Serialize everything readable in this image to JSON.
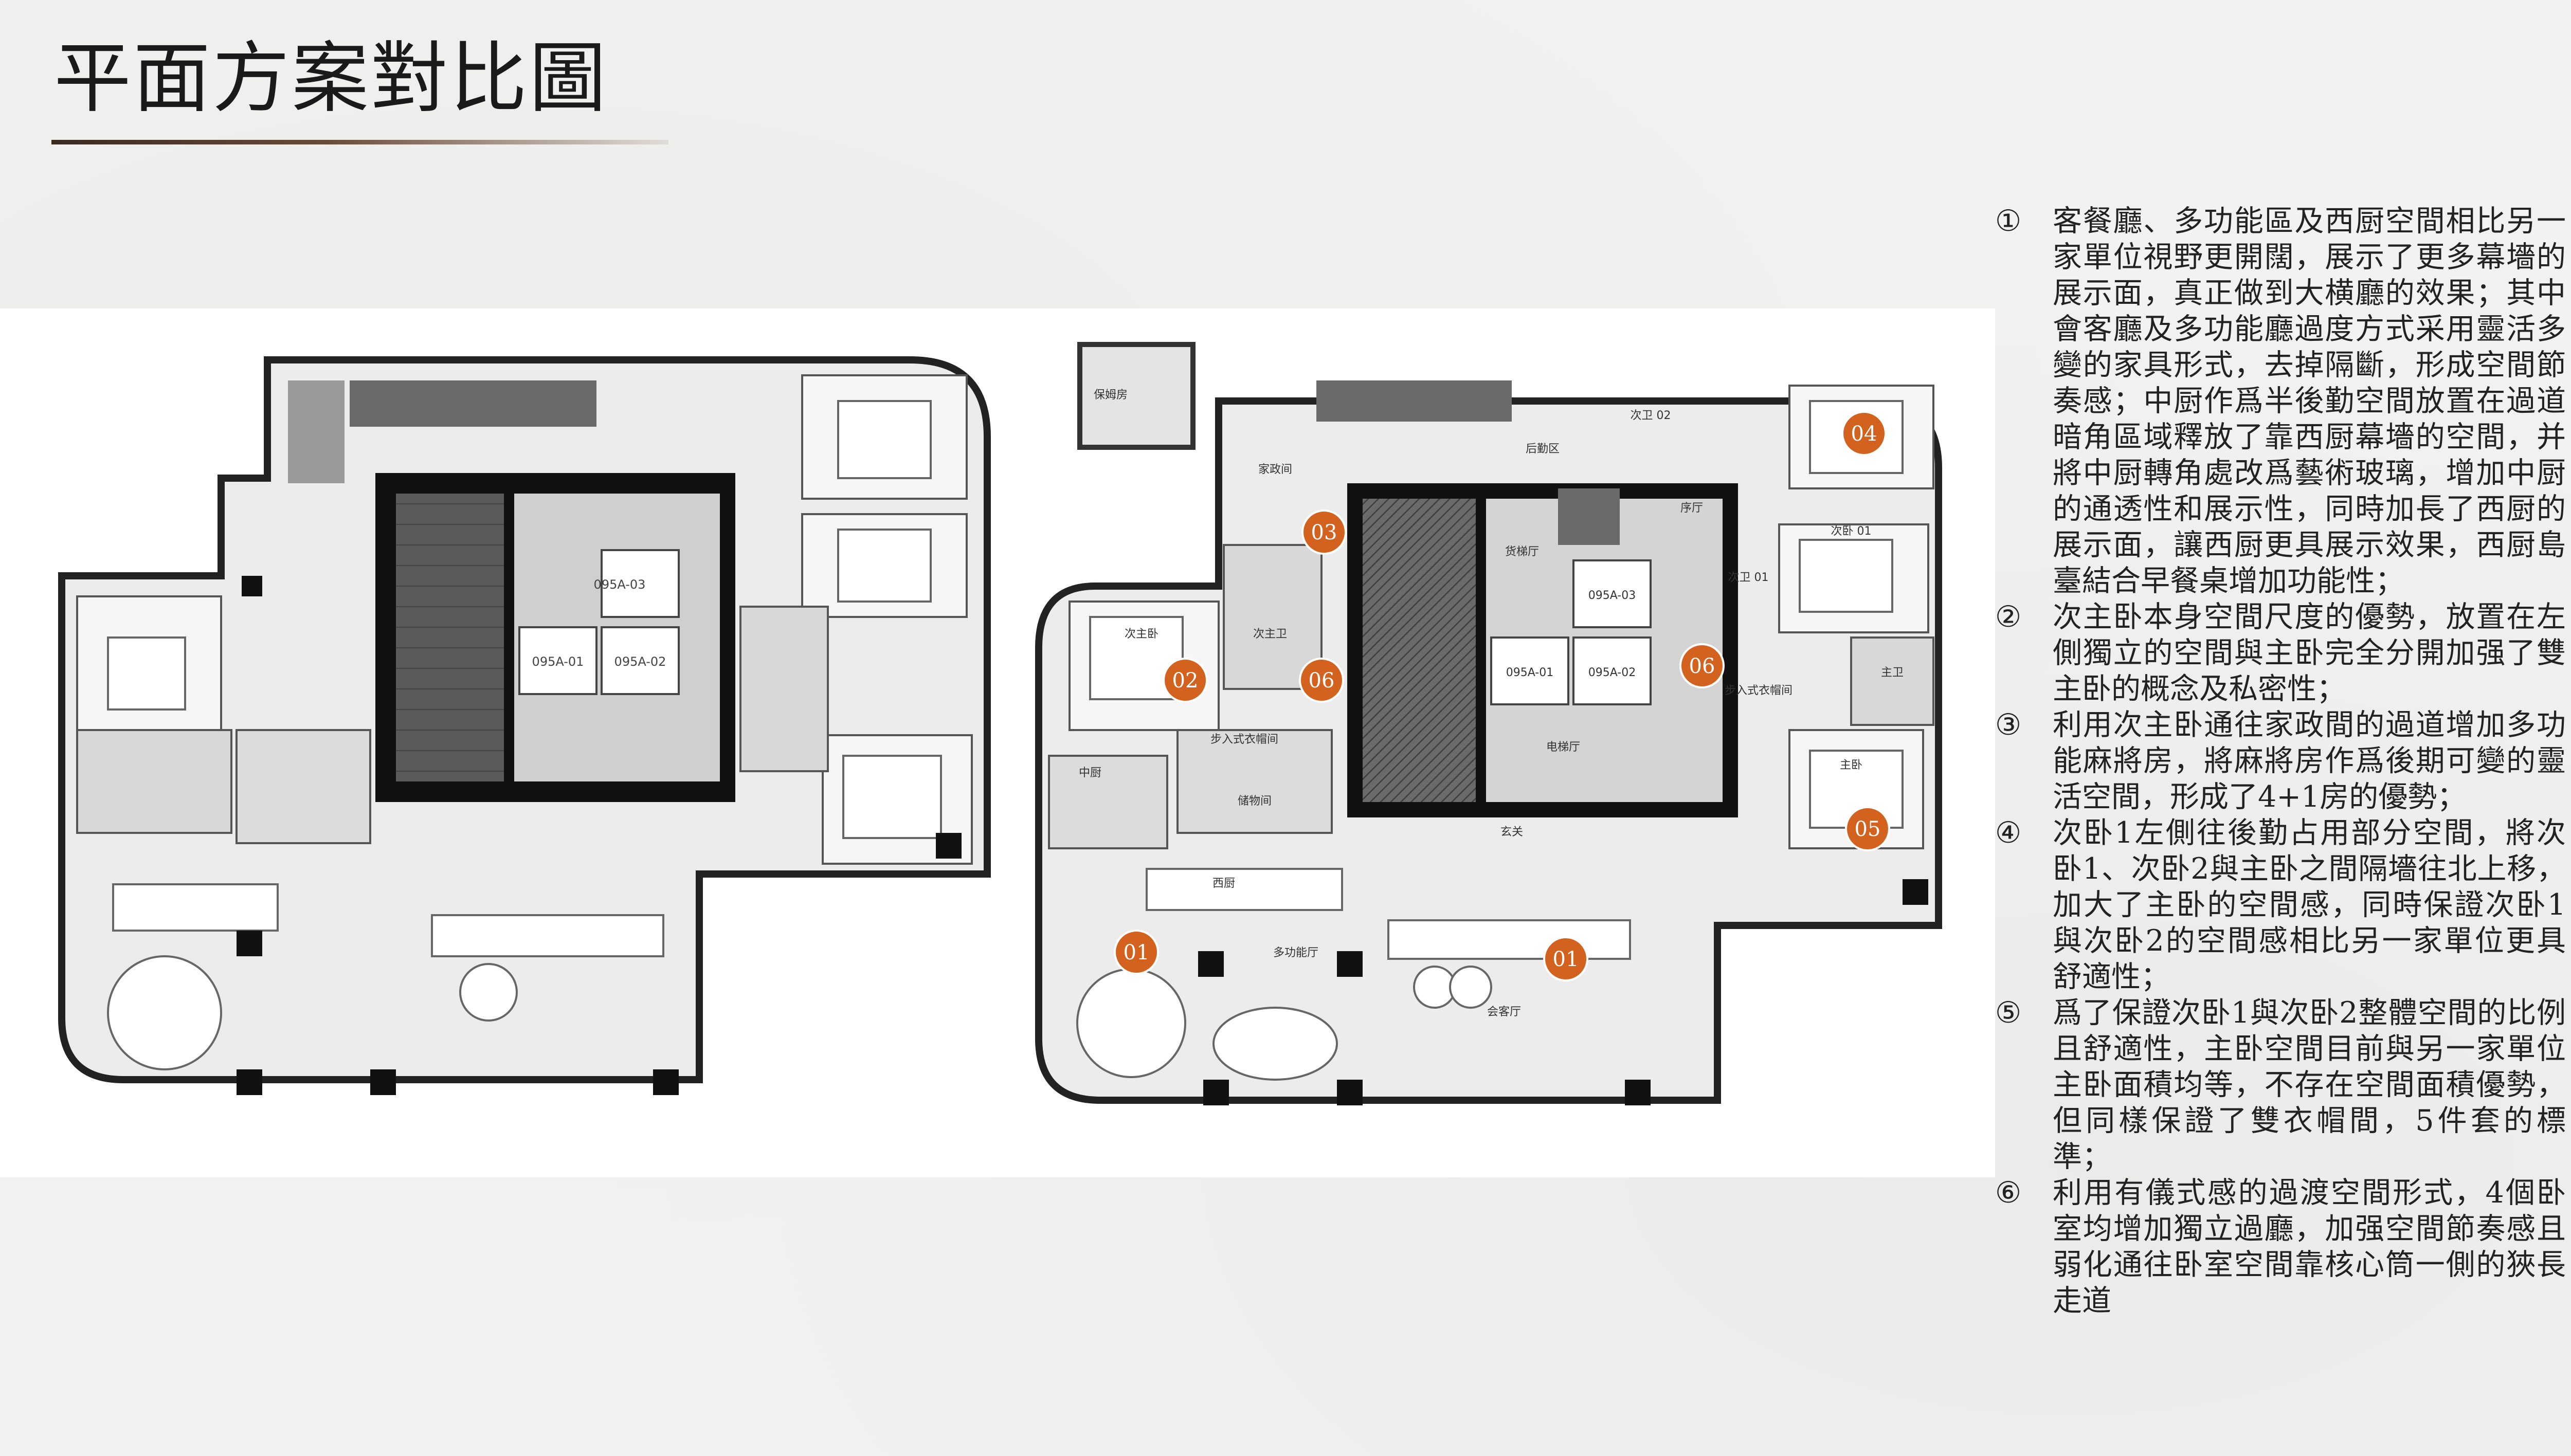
{
  "title": "平面方案對比圖",
  "colors": {
    "accent": "#d2621e",
    "wall": "#111111",
    "core": "#5c5c5c",
    "text": "#222222"
  },
  "left_plan": {
    "room_tags": [
      "095A-03",
      "095A-01",
      "095A-02"
    ]
  },
  "right_plan": {
    "room_labels": [
      "保姆房",
      "家政间",
      "后勤区",
      "次主卫",
      "次主卧",
      "步入式衣帽间",
      "中厨",
      "储物间",
      "西厨",
      "多功能厅",
      "会客厅",
      "玄关",
      "电梯厅",
      "货梯厅",
      "序厅",
      "次卫 02",
      "次卫 01",
      "次卧 01",
      "主卫",
      "主卧",
      "步入式衣帽间",
      "095A-03",
      "095A-01",
      "095A-02"
    ],
    "markers": [
      "03",
      "02",
      "06",
      "06",
      "04",
      "05",
      "01",
      "01"
    ]
  },
  "notes": [
    {
      "num": "①",
      "text": "客餐廳、多功能區及西厨空間相比另一家單位視野更開闊，展示了更多幕墻的展示面，真正做到大横廳的效果；其中會客廳及多功能廳過度方式采用靈活多變的家具形式，去掉隔斷，形成空間節奏感；中厨作爲半後勤空間放置在過道暗角區域釋放了靠西厨幕墻的空間，并將中厨轉角處改爲藝術玻璃，增加中厨的通透性和展示性，同時加長了西厨的展示面，讓西厨更具展示效果，西厨島臺結合早餐桌增加功能性；"
    },
    {
      "num": "②",
      "text": "次主卧本身空間尺度的優勢，放置在左側獨立的空間與主卧完全分開加强了雙主卧的概念及私密性；"
    },
    {
      "num": "③",
      "text": "利用次主卧通往家政間的過道增加多功能麻將房，將麻將房作爲後期可變的靈活空間，形成了4+1房的優勢；"
    },
    {
      "num": "④",
      "text": "次卧1左側往後勤占用部分空間，將次卧1、次卧2與主卧之間隔墻往北上移，加大了主卧的空間感，同時保證次卧1與次卧2的空間感相比另一家單位更具舒適性；"
    },
    {
      "num": "⑤",
      "text": "爲了保證次卧1與次卧2整體空間的比例且舒適性，主卧空間目前與另一家單位主卧面積均等，不存在空間面積優勢，但同樣保證了雙衣帽間，5件套的標準；"
    },
    {
      "num": "⑥",
      "text": "利用有儀式感的過渡空間形式，4個卧室均增加獨立過廳，加强空間節奏感且弱化通往卧室空間靠核心筒一側的狹長走道"
    }
  ]
}
